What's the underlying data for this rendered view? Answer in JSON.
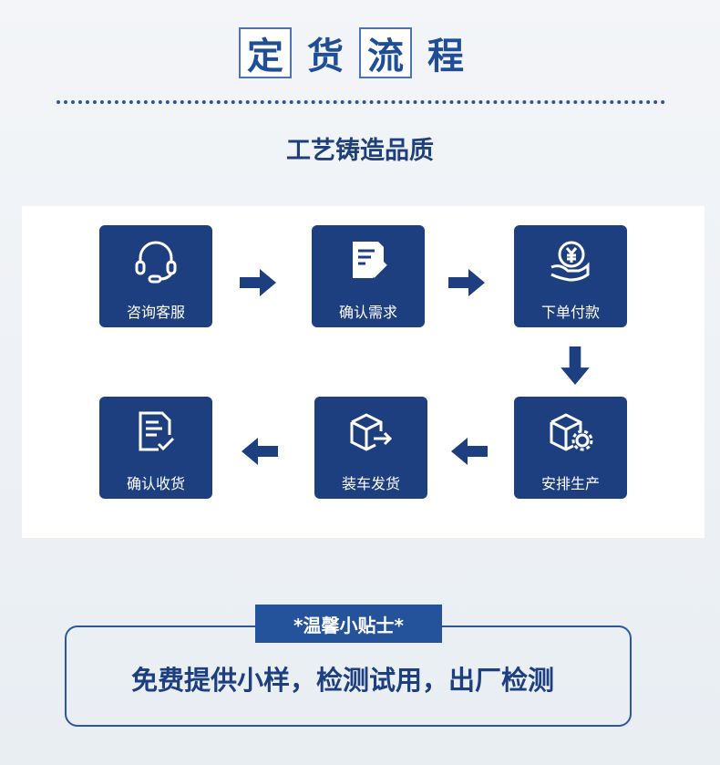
{
  "title": {
    "chars": [
      "定",
      "货",
      "流",
      "程"
    ]
  },
  "subtitle": "工艺铸造品质",
  "steps": [
    {
      "label": "咨询客服",
      "icon": "headset-icon"
    },
    {
      "label": "确认需求",
      "icon": "document-edit-icon"
    },
    {
      "label": "下单付款",
      "icon": "yuan-payment-icon"
    },
    {
      "label": "安排生产",
      "icon": "box-gear-icon"
    },
    {
      "label": "装车发货",
      "icon": "box-shipping-icon"
    },
    {
      "label": "确认收货",
      "icon": "document-check-icon"
    }
  ],
  "tip": {
    "label": "*温馨小贴士*",
    "text": "免费提供小样，检测试用，出厂检测"
  },
  "colors": {
    "navy": "#1d3f80",
    "blue": "#1f4e96"
  }
}
